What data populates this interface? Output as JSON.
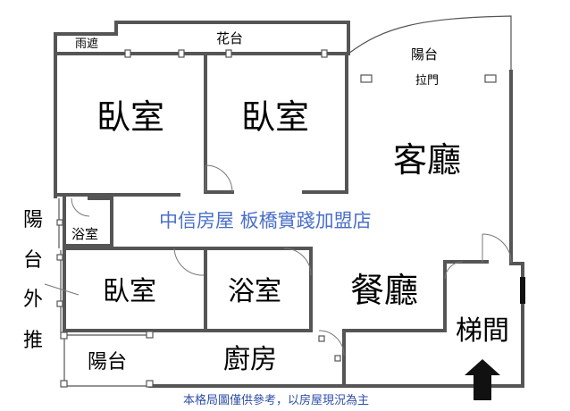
{
  "plan": {
    "rooms": {
      "canopy": "雨遮",
      "planter": "花台",
      "balcony_top": "陽台",
      "sliding_door": "拉門",
      "bedroom_1": "臥室",
      "bedroom_2": "臥室",
      "living_room": "客廳",
      "bath_small": "浴室",
      "bedroom_3": "臥室",
      "bath": "浴室",
      "dining_room": "餐廳",
      "stairwell": "梯間",
      "balcony_bottom": "陽台",
      "kitchen": "廚房"
    },
    "side_note": [
      "陽",
      "台",
      "外",
      "推"
    ],
    "watermark": "中信房屋 板橋實踐加盟店",
    "disclaimer": "本格局圖僅供參考，以房屋現況為主"
  }
}
